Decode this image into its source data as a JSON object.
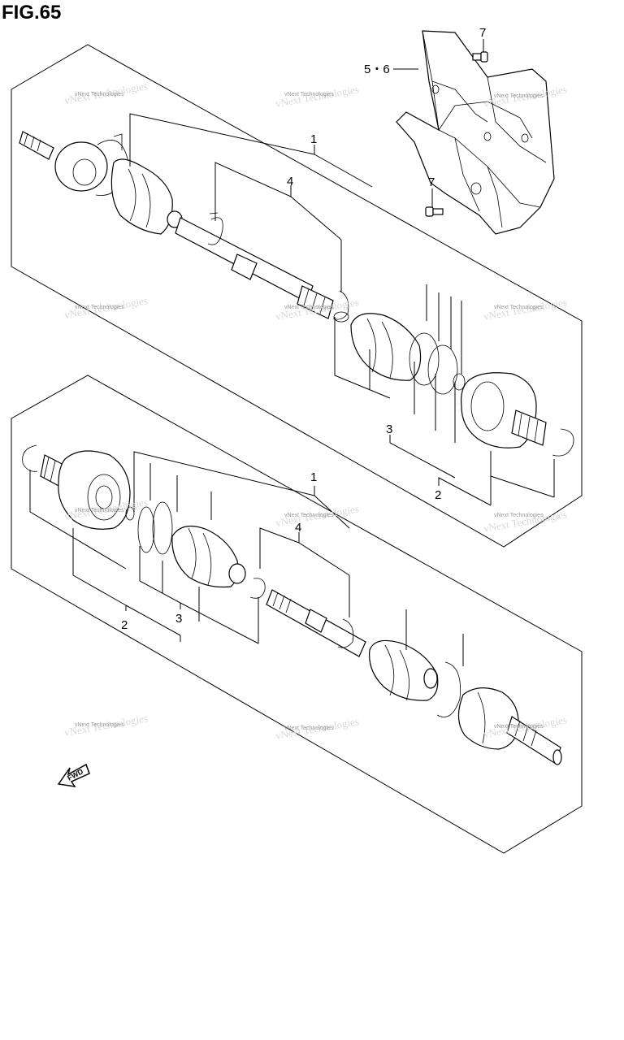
{
  "figure": {
    "title": "FIG.65"
  },
  "callouts": {
    "upper_assembly": "1",
    "upper_shaft": "4",
    "upper_boot_kit": "3",
    "upper_joint_set": "2",
    "bracket": "5・6",
    "bolt_top": "7",
    "bolt_bottom": "7",
    "lower_assembly": "1",
    "lower_shaft": "4",
    "lower_joint_set": "2",
    "lower_boot_kit": "3"
  },
  "watermark": {
    "small": "vNext Technologies",
    "large": "vNext Technologies"
  },
  "fwd_label": "FWD",
  "fwd_icon": "arrow-left-down-icon"
}
